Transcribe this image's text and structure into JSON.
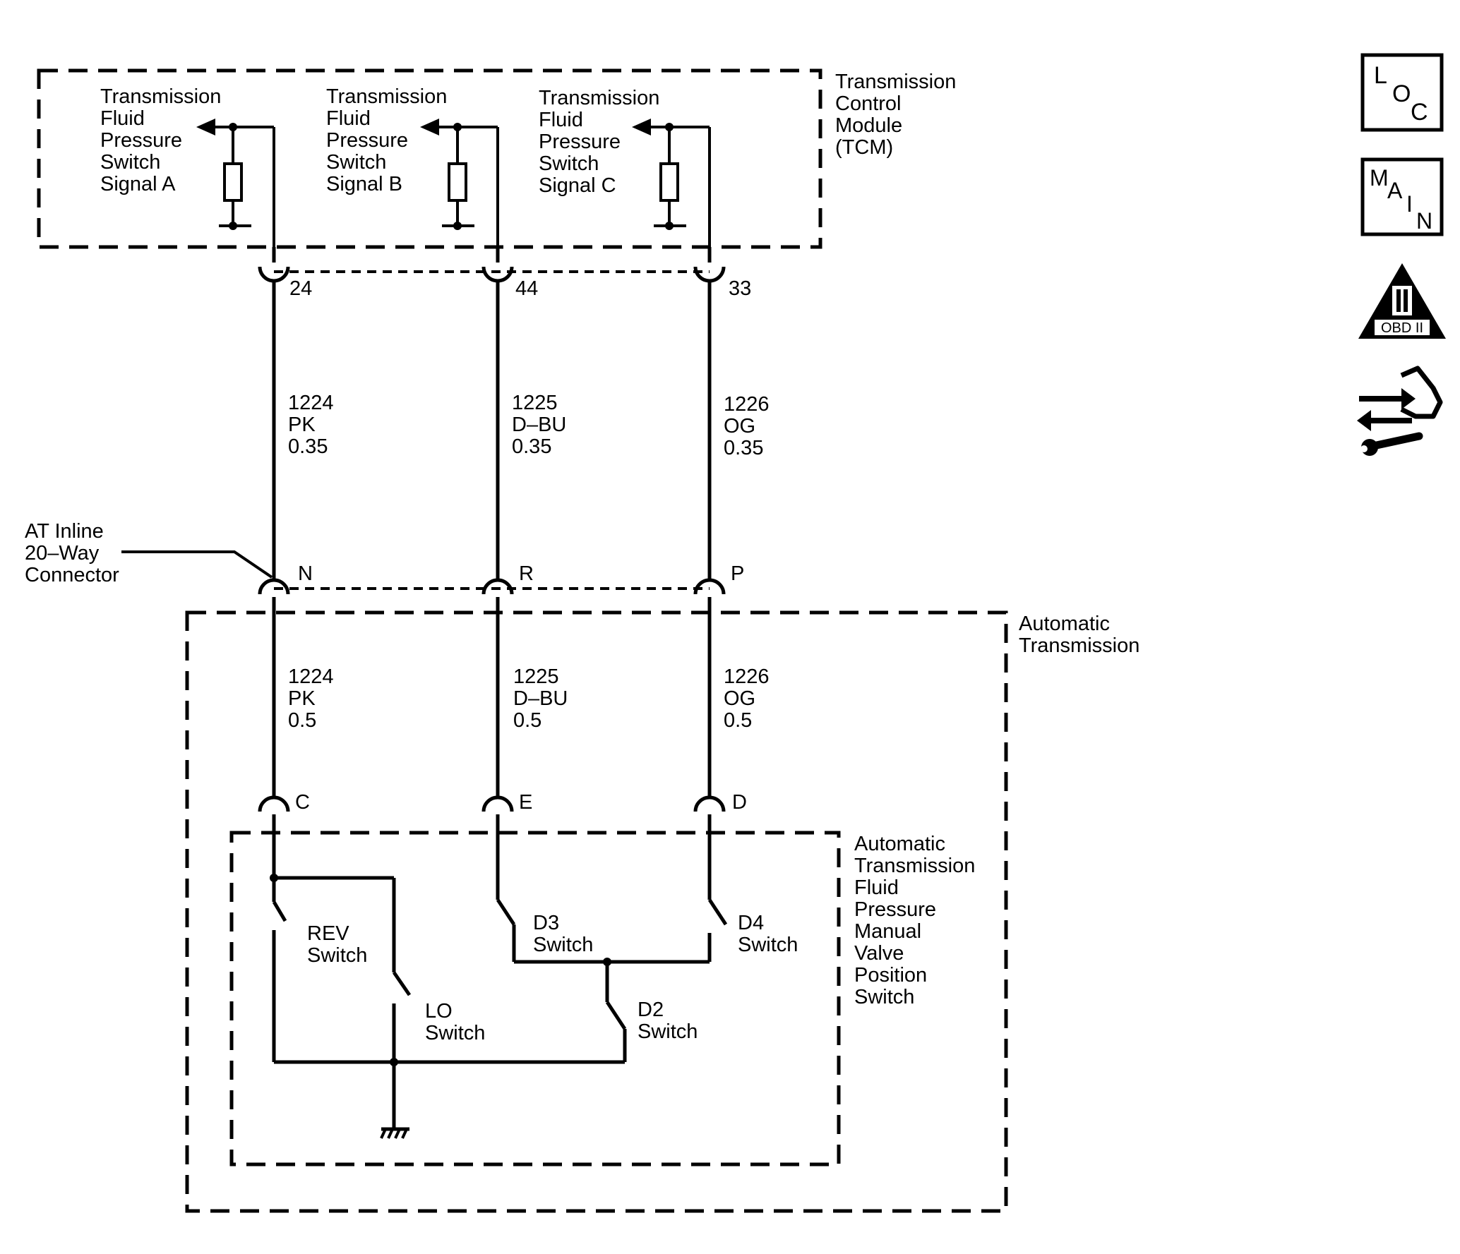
{
  "tcm": {
    "title_lines": [
      "Transmission",
      "Control",
      "Module",
      "(TCM)"
    ],
    "signal_a_lines": [
      "Transmission",
      "Fluid",
      "Pressure",
      "Switch",
      "Signal A"
    ],
    "signal_b_lines": [
      "Transmission",
      "Fluid",
      "Pressure",
      "Switch",
      "Signal B"
    ],
    "signal_c_lines": [
      "Transmission",
      "Fluid",
      "Pressure",
      "Switch",
      "Signal C"
    ]
  },
  "tcm_pins": {
    "a": "24",
    "b": "44",
    "c": "33"
  },
  "upper_wires": [
    {
      "circuit": "1224",
      "color": "PK",
      "gauge": "0.35"
    },
    {
      "circuit": "1225",
      "color": "D–BU",
      "gauge": "0.35"
    },
    {
      "circuit": "1226",
      "color": "OG",
      "gauge": "0.35"
    }
  ],
  "inline_connector": {
    "label_lines": [
      "AT Inline",
      "20–Way",
      "Connector"
    ],
    "pins": [
      "N",
      "R",
      "P"
    ]
  },
  "automatic_transmission": {
    "title_lines": [
      "Automatic",
      "Transmission"
    ]
  },
  "lower_wires": [
    {
      "circuit": "1224",
      "color": "PK",
      "gauge": "0.5"
    },
    {
      "circuit": "1225",
      "color": "D–BU",
      "gauge": "0.5"
    },
    {
      "circuit": "1226",
      "color": "OG",
      "gauge": "0.5"
    }
  ],
  "switch_pins": [
    "C",
    "E",
    "D"
  ],
  "manual_valve_switch": {
    "title_lines": [
      "Automatic",
      "Transmission",
      "Fluid",
      "Pressure",
      "Manual",
      "Valve",
      "Position",
      "Switch"
    ]
  },
  "switches": {
    "rev_lines": [
      "REV",
      "Switch"
    ],
    "lo_lines": [
      "LO",
      "Switch"
    ],
    "d3_lines": [
      "D3",
      "Switch"
    ],
    "d4_lines": [
      "D4",
      "Switch"
    ],
    "d2_lines": [
      "D2",
      "Switch"
    ]
  },
  "side_icons": {
    "loc": {
      "icon": "loc-icon",
      "letters": [
        "L",
        "O",
        "C"
      ]
    },
    "main": {
      "icon": "main-icon",
      "letters": [
        "M",
        "A",
        "I",
        "N"
      ]
    },
    "obd": {
      "icon": "obd-ii-icon",
      "numeral": "II",
      "text": "OBD II"
    },
    "service": {
      "icon": "hand-wrench-arrows-icon"
    }
  }
}
